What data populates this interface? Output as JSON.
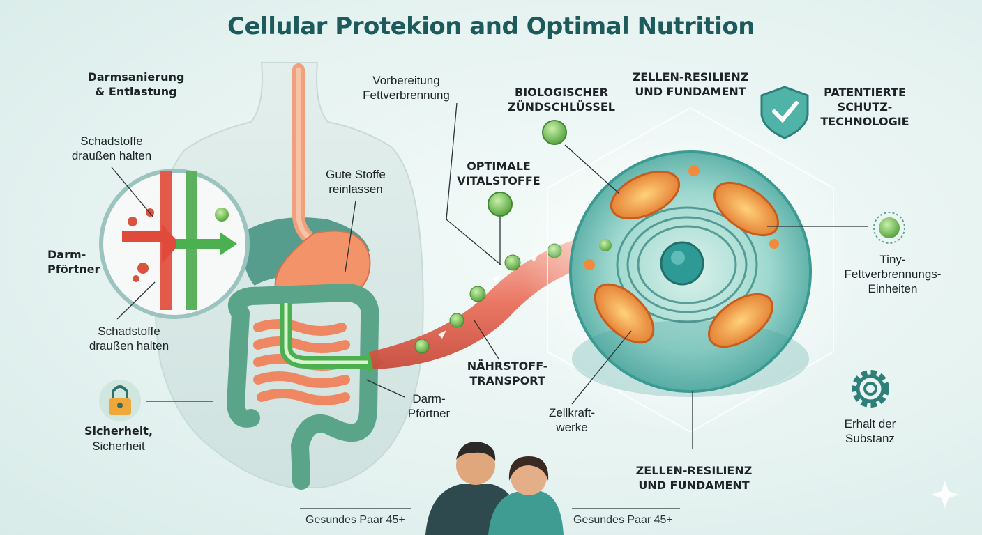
{
  "title": "Cellular Protekion and Optimal Nutrition",
  "labels": {
    "darmsanierung": "Darmsanierung\n& Entlastung",
    "schadstoffe_top": "Schadstoffe\ndraußen halten",
    "darm_pfoertner_left": "Darm-\nPförtner",
    "schadstoffe_bottom": "Schadstoffe\ndraußen halten",
    "sicherheit_bold": "Sicherheit,",
    "sicherheit_normal": "Sicherheit",
    "vorbereitung": "Vorbereitung\nFettverbrennung",
    "gute_stoffe": "Gute Stoffe\nreinlassen",
    "darm_pfoertner_right": "Darm-\nPförtner",
    "biologischer": "BIOLOGISCHER\nZÜNDSCHLÜSSEL",
    "optimale": "OPTIMALE\nVITALSTOFFE",
    "naehrstoff": "NÄHRSTOFF-\nTRANSPORT",
    "zellkraft": "Zellkraft-\nwerke",
    "zellen_top": "ZELLEN-RESILIENZ\nUND FUNDAMENT",
    "zellen_bottom": "ZELLEN-RESILIENZ\nUND FUNDAMENT",
    "patentierte": "PATENTIERTE\nSCHUTZ-\nTECHNOLOGIE",
    "tiny": "Tiny-\nFettverbrennungs-\nEinheiten",
    "erhalt": "Erhalt der\nSubstanz"
  },
  "footer": {
    "left": "Gesundes Paar 45+",
    "right": "Gesundes Paar 45+"
  },
  "icons": [
    "lock-icon",
    "shield-check-icon",
    "gear-icon",
    "couple-illustration",
    "cell-illustration",
    "digestive-tract-illustration",
    "gut-barrier-magnifier"
  ],
  "colors": {
    "title": "#1c5a5c",
    "arrow_red": "#e04a3a",
    "arrow_green": "#4caf50",
    "cell_teal": "#4fb3a8",
    "mitochondria": "#f08a3c",
    "intestine": "#f2936a"
  }
}
